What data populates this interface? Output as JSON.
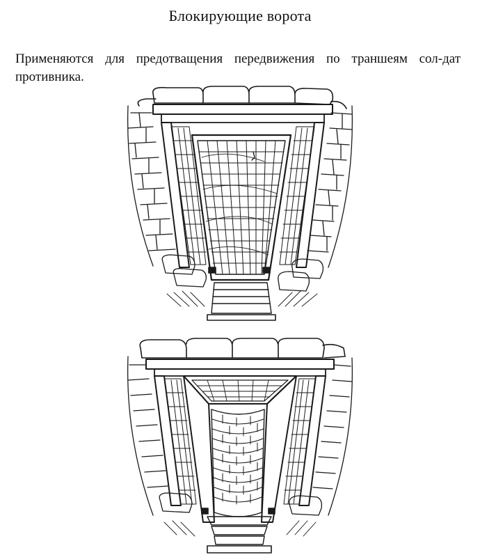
{
  "document": {
    "title": "Блокирующие ворота",
    "intro": "Применяются для предотващения передвижения по траншеям сол-дат противника."
  },
  "figures": [
    {
      "name": "gate-closed"
    },
    {
      "name": "gate-open"
    }
  ]
}
